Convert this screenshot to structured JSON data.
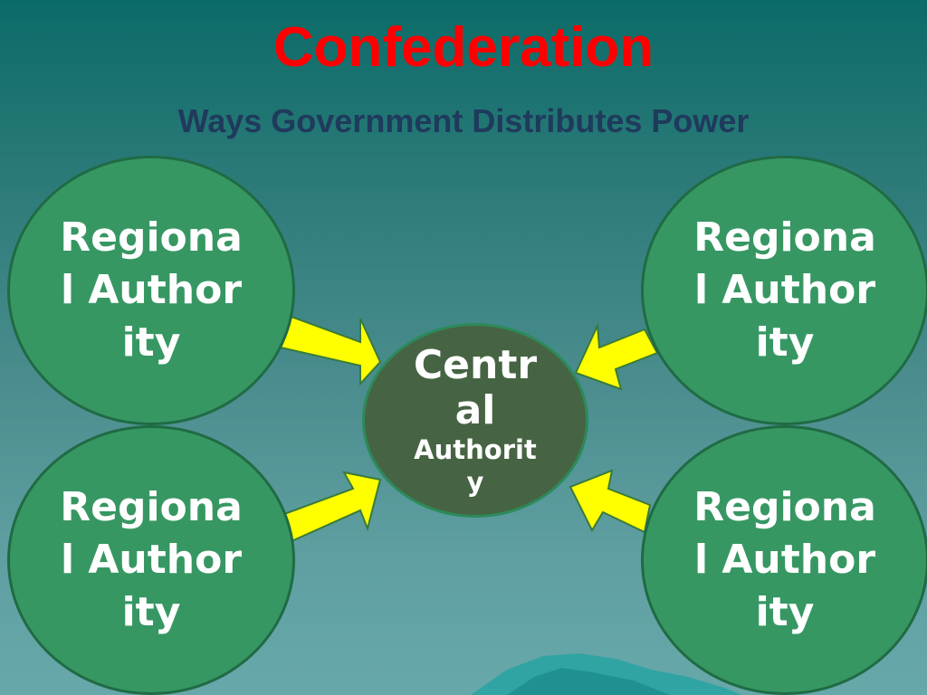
{
  "title": "Confederation",
  "subtitle": "Ways Government Distributes Power",
  "diagram": {
    "regions": [
      {
        "id": "top-left",
        "label": "Regional Authority"
      },
      {
        "id": "top-right",
        "label": "Regional Authority"
      },
      {
        "id": "bottom-left",
        "label": "Regional Authority"
      },
      {
        "id": "bottom-right",
        "label": "Regional Authority"
      }
    ],
    "central": {
      "label_main": "Central",
      "label_sub": "Authority"
    },
    "arrow_color": "#ffff00",
    "region_color": "#379763",
    "central_color": "#466443",
    "title_color": "#ff0000",
    "subtitle_color": "#1f3a5c"
  }
}
